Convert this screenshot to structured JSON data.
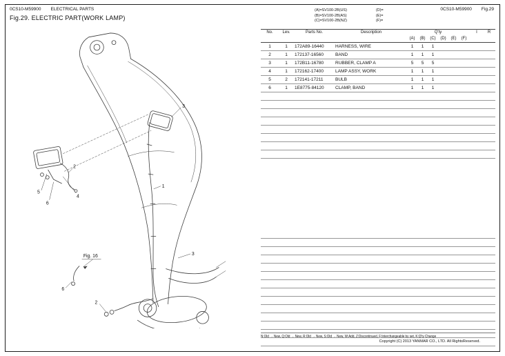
{
  "header": {
    "doc_code": "0CS10-M59900",
    "section": "ELECTRICAL PARTS",
    "figure_title": "Fig.29.  ELECTRIC PART(WORK LAMP)",
    "doc_code_right": "0CS10-M59900",
    "figure_ref": "Fig.29"
  },
  "variants": {
    "a": "(A)=SV100-2B(US)",
    "b": "(B)=SV100-2B(AS)",
    "c": "(C)=SV100-2B(NZ)",
    "d": "(D)=",
    "e": "(E)=",
    "f": "(F)="
  },
  "table": {
    "col_no": "No.",
    "col_lev": "Lev.",
    "col_parts_no": "Parts No.",
    "col_description": "Description",
    "col_qty": "Q'ty",
    "col_i": "I",
    "col_r": "R",
    "qty_cols": [
      "(A)",
      "(B)",
      "(C)",
      "(D)",
      "(E)",
      "(F)"
    ],
    "rows": [
      {
        "no": "1",
        "lev": "1",
        "parts_no": "172A89-16440",
        "description": "HARNESS, WIRE",
        "a": "1",
        "b": "1",
        "c": "1",
        "d": "",
        "e": "",
        "f": "",
        "i": "",
        "r": ""
      },
      {
        "no": "2",
        "lev": "1",
        "parts_no": "172137-16560",
        "description": "BAND",
        "a": "1",
        "b": "1",
        "c": "1",
        "d": "",
        "e": "",
        "f": "",
        "i": "",
        "r": ""
      },
      {
        "no": "3",
        "lev": "1",
        "parts_no": "172B11-16780",
        "description": "RUBBER, CLAMP A",
        "a": "5",
        "b": "5",
        "c": "5",
        "d": "",
        "e": "",
        "f": "",
        "i": "",
        "r": ""
      },
      {
        "no": "4",
        "lev": "1",
        "parts_no": "172162-17400",
        "description": "LAMP ASSY, WORK",
        "a": "1",
        "b": "1",
        "c": "1",
        "d": "",
        "e": "",
        "f": "",
        "i": "",
        "r": ""
      },
      {
        "no": "5",
        "lev": "2",
        "parts_no": "172141-17211",
        "description": "BULB",
        "a": "1",
        "b": "1",
        "c": "1",
        "d": "",
        "e": "",
        "f": "",
        "i": "",
        "r": ""
      },
      {
        "no": "6",
        "lev": "1",
        "parts_no": "1E8775-84120",
        "description": "CLAMP, BAND",
        "a": "1",
        "b": "1",
        "c": "1",
        "d": "",
        "e": "",
        "f": "",
        "i": "",
        "r": ""
      }
    ],
    "empty_rows_group1": 8,
    "empty_rows_group2": 14
  },
  "diagram": {
    "fig_ref": "Fig. 16",
    "callouts": [
      "3",
      "1",
      "4",
      "5",
      "6",
      "2",
      "3",
      "2",
      "6"
    ]
  },
  "footer": {
    "legend": "N:Old → New, Q:Old → New, R:Old → New, S:Old → New, W:Add, Z:Discontinued, F:Interchangeable by set, K:Q'ty Change",
    "copyright": "Copyright (C) 2013 YANMAR CO., LTD. All RightsReserved."
  }
}
